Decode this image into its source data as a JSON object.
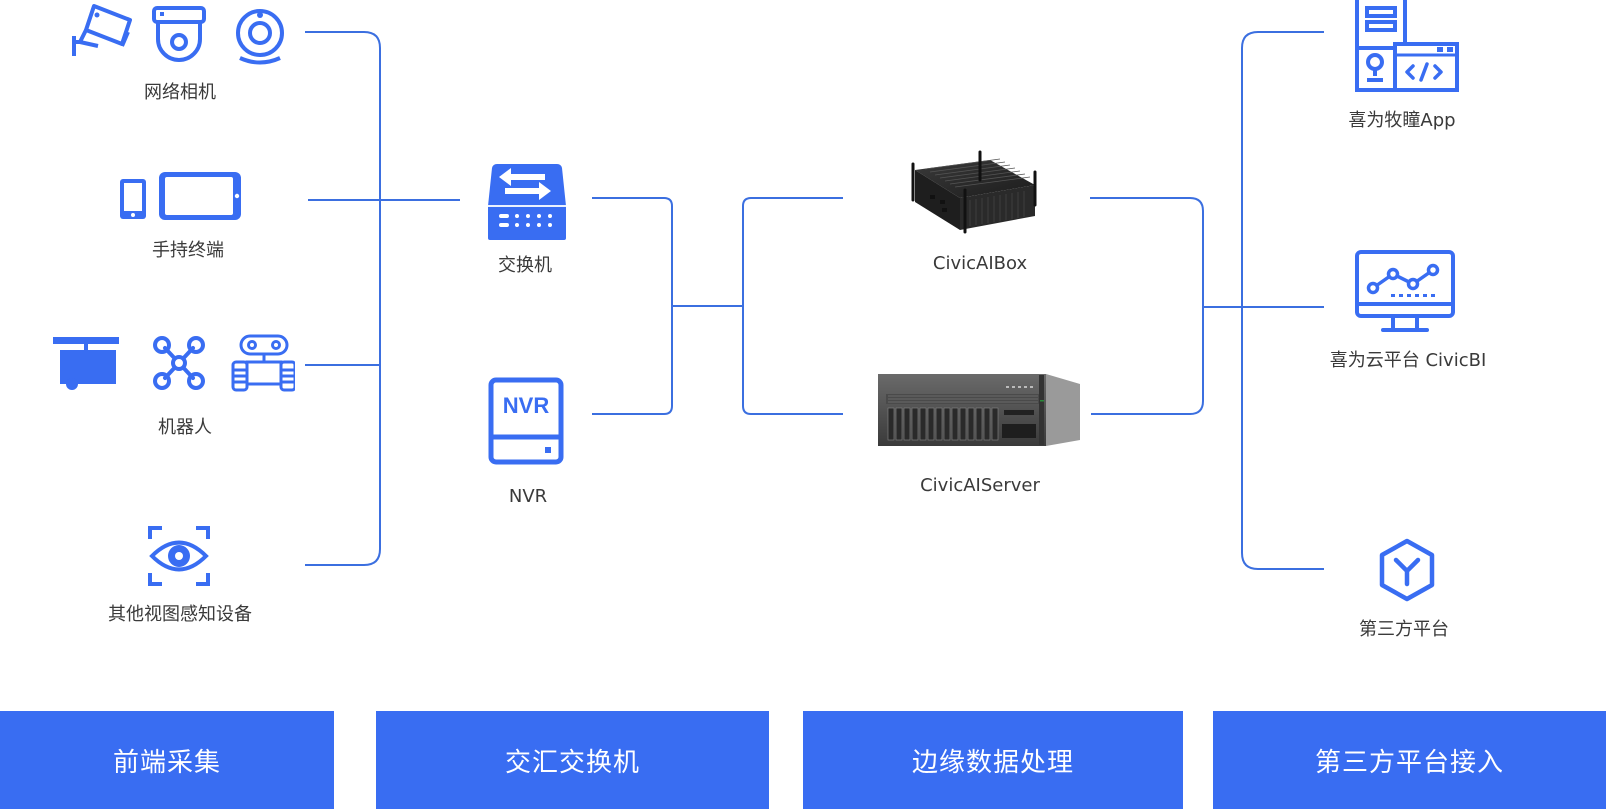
{
  "colors": {
    "accent": "#396df2",
    "line": "#3b6fe0",
    "text": "#3a3a3a",
    "stage_bg": "#396df2"
  },
  "front_end": {
    "groups": [
      {
        "label": "网络相机",
        "icons": [
          "bullet-camera-icon",
          "dome-camera-icon",
          "webcam-icon"
        ]
      },
      {
        "label": "手持终端",
        "icons": [
          "phone-icon",
          "tablet-icon"
        ]
      },
      {
        "label": "机器人",
        "icons": [
          "rail-robot-icon",
          "drone-icon",
          "tracked-robot-icon"
        ]
      },
      {
        "label": "其他视图感知设备",
        "icons": [
          "eye-scan-icon"
        ]
      }
    ]
  },
  "aggregation": {
    "items": [
      {
        "label": "交换机",
        "icon": "switch-icon"
      },
      {
        "label": "NVR",
        "icon": "nvr-icon",
        "icon_text": "NVR"
      }
    ]
  },
  "edge": {
    "items": [
      {
        "label": "CivicAIBox",
        "icon": "ai-box-device"
      },
      {
        "label": "CivicAIServer",
        "icon": "rack-server-device"
      }
    ]
  },
  "third_party": {
    "items": [
      {
        "label": "喜为牧瞳App",
        "icon": "app-dev-icon"
      },
      {
        "label": "喜为云平台 CivicBI",
        "icon": "monitor-chart-icon"
      },
      {
        "label": "第三方平台",
        "icon": "hexagon-y-icon"
      }
    ]
  },
  "stages": [
    {
      "label": "前端采集"
    },
    {
      "label": "交汇交换机"
    },
    {
      "label": "边缘数据处理"
    },
    {
      "label": "第三方平台接入"
    }
  ]
}
